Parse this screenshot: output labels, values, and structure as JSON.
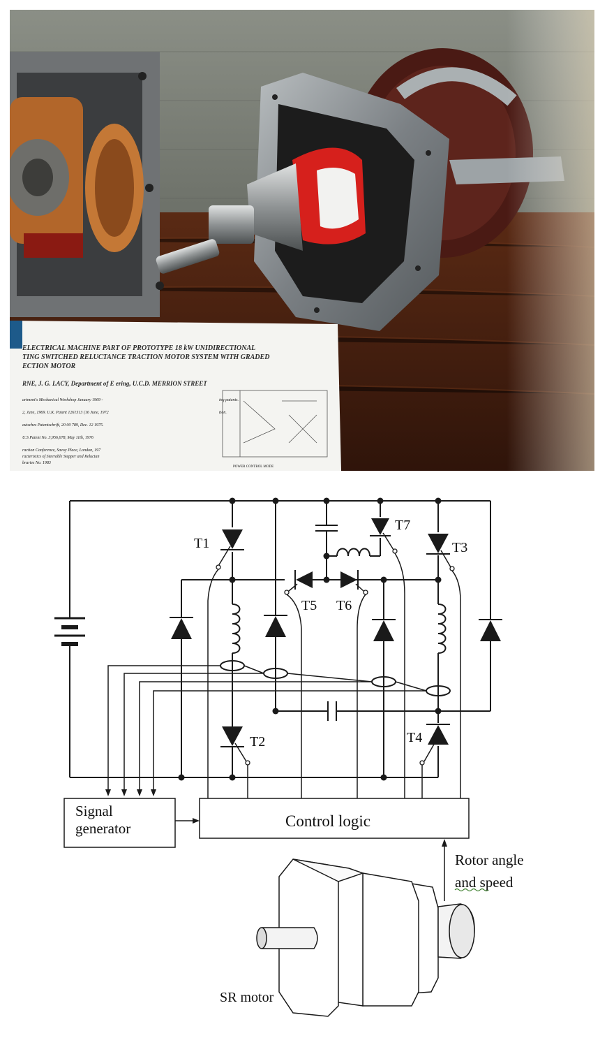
{
  "photo": {
    "caption_line1": "ELECTRICAL MACHINE PART OF PROTOTYPE 18 kW UNIDIRECTIONAL",
    "caption_line2": "TING SWITCHED RELUCTANCE TRACTION MOTOR SYSTEM WITH GRADED",
    "caption_line3": "ECTION MOTOR",
    "author_line": "RNE, J. G. LACY, Department of E          ering, U.C.D. MERRION STREET",
    "notes": [
      "artment's Mechanical Workshop January 1969 -",
      "ing patents.",
      "2, June, 1969. U.K. Patent 1261513 (16 June, 1972",
      "tion.",
      "eutsches Patentschrift, 20 00 789, Dec. 12 1975.",
      "U.S Patent No. 3,956,678, May 11th, 1976",
      "raction Conference, Savoy Place, London, 197",
      "racteristics of Steerable Stepper and Reluctan",
      "braries No. 1983"
    ],
    "schematic_caption": "POWER CONTROL MODE"
  },
  "schematic": {
    "thyristors": [
      "T1",
      "T2",
      "T3",
      "T4",
      "T5",
      "T6",
      "T7"
    ],
    "signal_generator_line1": "Signal",
    "signal_generator_line2": "generator",
    "control_logic": "Control logic",
    "rotor_line1": "Rotor angle",
    "rotor_line2": "and speed",
    "motor_label": "SR motor"
  }
}
